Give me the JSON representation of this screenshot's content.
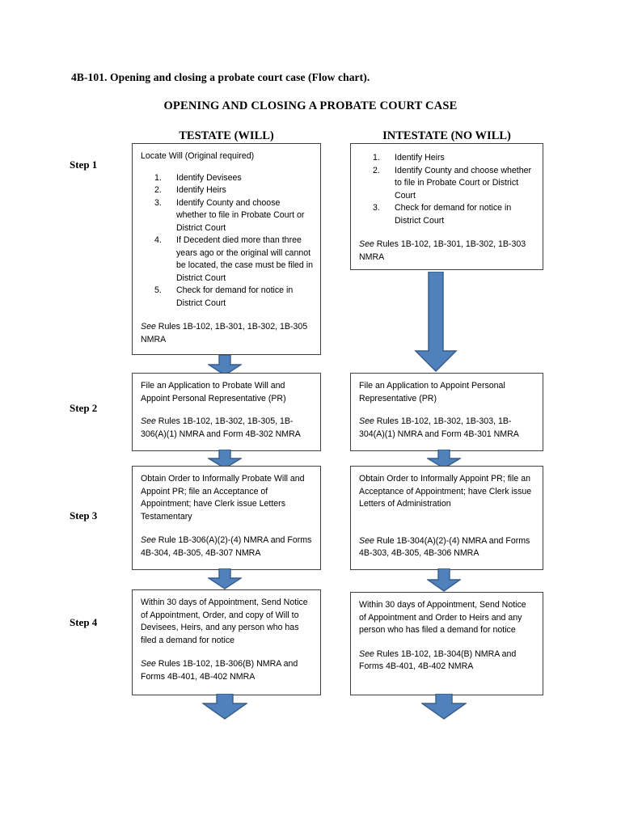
{
  "document": {
    "heading": "4B-101. Opening and closing a probate court case (Flow chart).",
    "title": "OPENING AND CLOSING A PROBATE COURT CASE"
  },
  "columns": {
    "left_header": "TESTATE (WILL)",
    "right_header": "INTESTATE (NO WILL)"
  },
  "steps": [
    {
      "label": "Step 1"
    },
    {
      "label": "Step 2"
    },
    {
      "label": "Step 3"
    },
    {
      "label": "Step 4"
    }
  ],
  "testate": {
    "step1": {
      "lead": "Locate Will (Original required)",
      "items": [
        "Identify Devisees",
        "Identify Heirs",
        "Identify County and choose whether to file in Probate Court or District Court",
        "If Decedent died more than three years ago or the original will cannot be located, the case must be filed in District Court",
        "Check for demand for notice in District Court"
      ],
      "cite_see": "See ",
      "cite_text": "Rules 1B-102, 1B-301, 1B-302, 1B-305 NMRA"
    },
    "step2": {
      "lead": "File an Application to Probate Will and Appoint Personal Representative (PR)",
      "cite_see": "See ",
      "cite_text": "Rules 1B-102, 1B-302, 1B-305, 1B-306(A)(1) NMRA and Form 4B-302 NMRA"
    },
    "step3": {
      "lead": "Obtain Order to Informally Probate Will and Appoint PR; file an Acceptance of Appointment; have Clerk issue Letters Testamentary",
      "cite_see": "See ",
      "cite_text": "Rule 1B-306(A)(2)-(4) NMRA and Forms 4B-304, 4B-305, 4B-307 NMRA"
    },
    "step4": {
      "lead": "Within 30 days of Appointment, Send Notice of Appointment, Order, and copy of Will to Devisees, Heirs, and any person who has filed a demand for notice",
      "cite_see": "See ",
      "cite_text": "Rules 1B-102, 1B-306(B) NMRA and Forms 4B-401, 4B-402 NMRA"
    }
  },
  "intestate": {
    "step1": {
      "items": [
        "Identify Heirs",
        "Identify County and choose whether to file in Probate Court or District Court",
        "Check for demand for notice in District Court"
      ],
      "cite_see": "See ",
      "cite_text": "Rules 1B-102, 1B-301, 1B-302, 1B-303 NMRA"
    },
    "step2": {
      "lead": "File an Application to Appoint Personal Representative (PR)",
      "cite_see": "See ",
      "cite_text": "Rules 1B-102, 1B-302, 1B-303, 1B-304(A)(1) NMRA and Form 4B-301 NMRA"
    },
    "step3": {
      "lead": "Obtain Order to Informally Appoint PR; file an Acceptance of Appointment; have Clerk issue Letters of Administration",
      "cite_see": "See ",
      "cite_text": "Rule 1B-304(A)(2)-(4) NMRA and Forms 4B-303, 4B-305, 4B-306 NMRA"
    },
    "step4": {
      "lead": "Within 30 days of Appointment, Send Notice of Appointment and Order to Heirs and any person who has filed a demand for notice",
      "cite_see": "See ",
      "cite_text": "Rules 1B-102, 1B-304(B) NMRA and Forms 4B-401, 4B-402 NMRA"
    }
  },
  "colors": {
    "arrow_fill": "#4f81bd",
    "arrow_stroke": "#385d8a",
    "box_border": "#404040",
    "text": "#000000"
  }
}
